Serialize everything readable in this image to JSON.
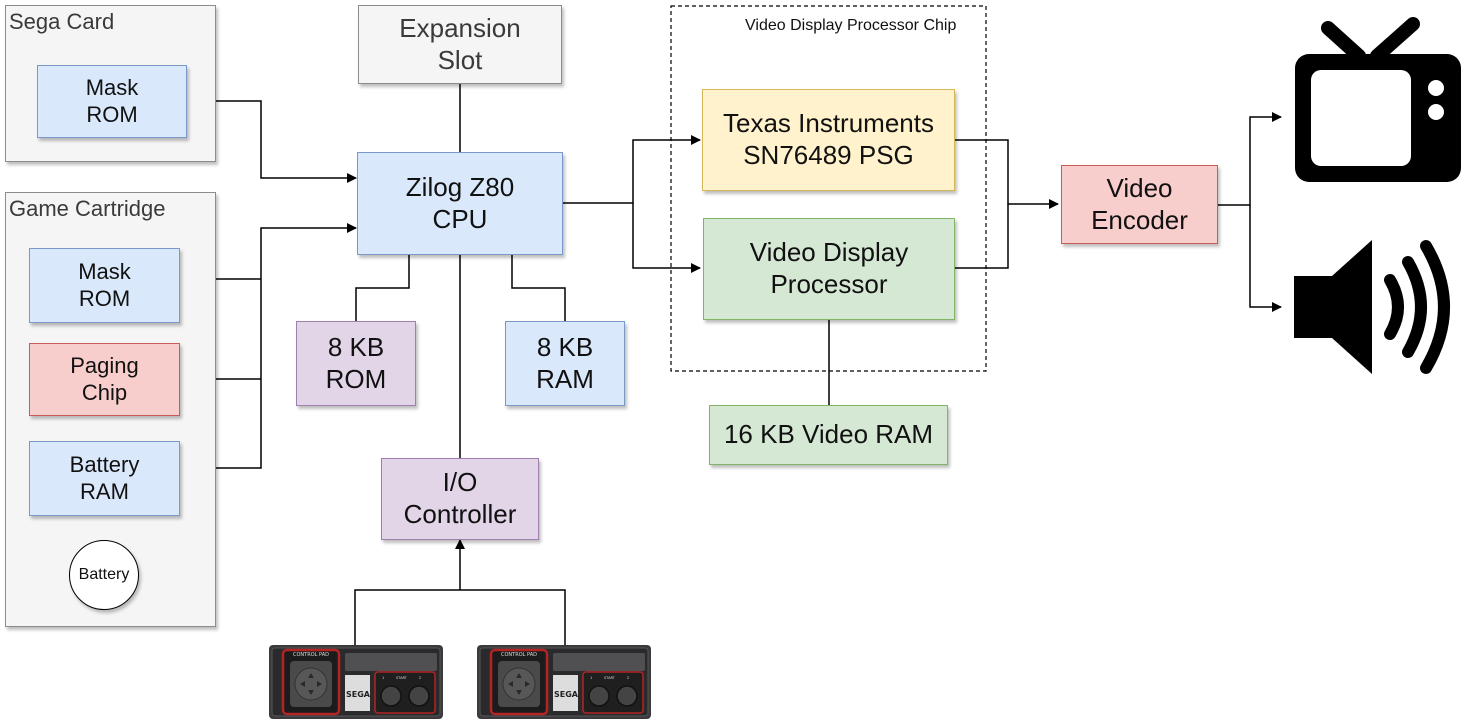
{
  "sega_card": {
    "label": "Sega Card",
    "mask_rom": [
      "Mask",
      "ROM"
    ]
  },
  "game_cartridge": {
    "label": "Game Cartridge",
    "mask_rom": [
      "Mask",
      "ROM"
    ],
    "paging_chip": [
      "Paging",
      "Chip"
    ],
    "battery_ram": [
      "Battery",
      "RAM"
    ],
    "battery": "Battery"
  },
  "expansion_slot": [
    "Expansion",
    "Slot"
  ],
  "cpu": [
    "Zilog Z80",
    "CPU"
  ],
  "rom": [
    "8 KB",
    "ROM"
  ],
  "ram": [
    "8 KB",
    "RAM"
  ],
  "io_controller": [
    "I/O",
    "Controller"
  ],
  "vdp_chip": {
    "label": "Video Display Processor Chip",
    "psg": [
      "Texas Instruments",
      "SN76489 PSG"
    ],
    "vdp": [
      "Video Display",
      "Processor"
    ]
  },
  "video_ram": "16 KB Video RAM",
  "video_encoder": [
    "Video",
    "Encoder"
  ],
  "outputs": {
    "tv": "tv-icon",
    "speaker": "speaker-icon"
  },
  "controllers": {
    "pad_text": "CONTROL PAD",
    "brand": "SEGA",
    "start": "START",
    "btn1": "1",
    "btn2": "2"
  }
}
